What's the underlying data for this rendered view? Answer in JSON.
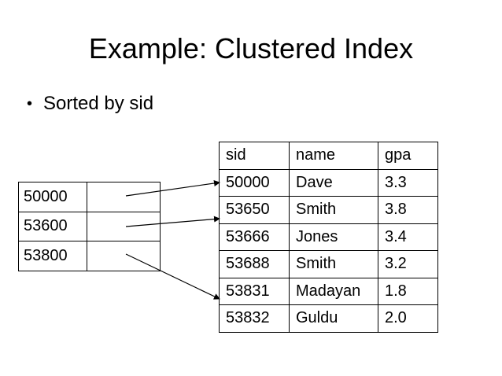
{
  "slide": {
    "title": "Example: Clustered Index",
    "bullets": [
      "Sorted by sid"
    ]
  },
  "data_table": {
    "headers": [
      "sid",
      "name",
      "gpa"
    ],
    "rows": [
      [
        "50000",
        "Dave",
        "3.3"
      ],
      [
        "53650",
        "Smith",
        "3.8"
      ],
      [
        "53666",
        "Jones",
        "3.4"
      ],
      [
        "53688",
        "Smith",
        "3.2"
      ],
      [
        "53831",
        "Madayan",
        "1.8"
      ],
      [
        "53832",
        "Guldu",
        "2.0"
      ]
    ]
  },
  "index_table": {
    "keys": [
      "50000",
      "53600",
      "53800"
    ]
  }
}
